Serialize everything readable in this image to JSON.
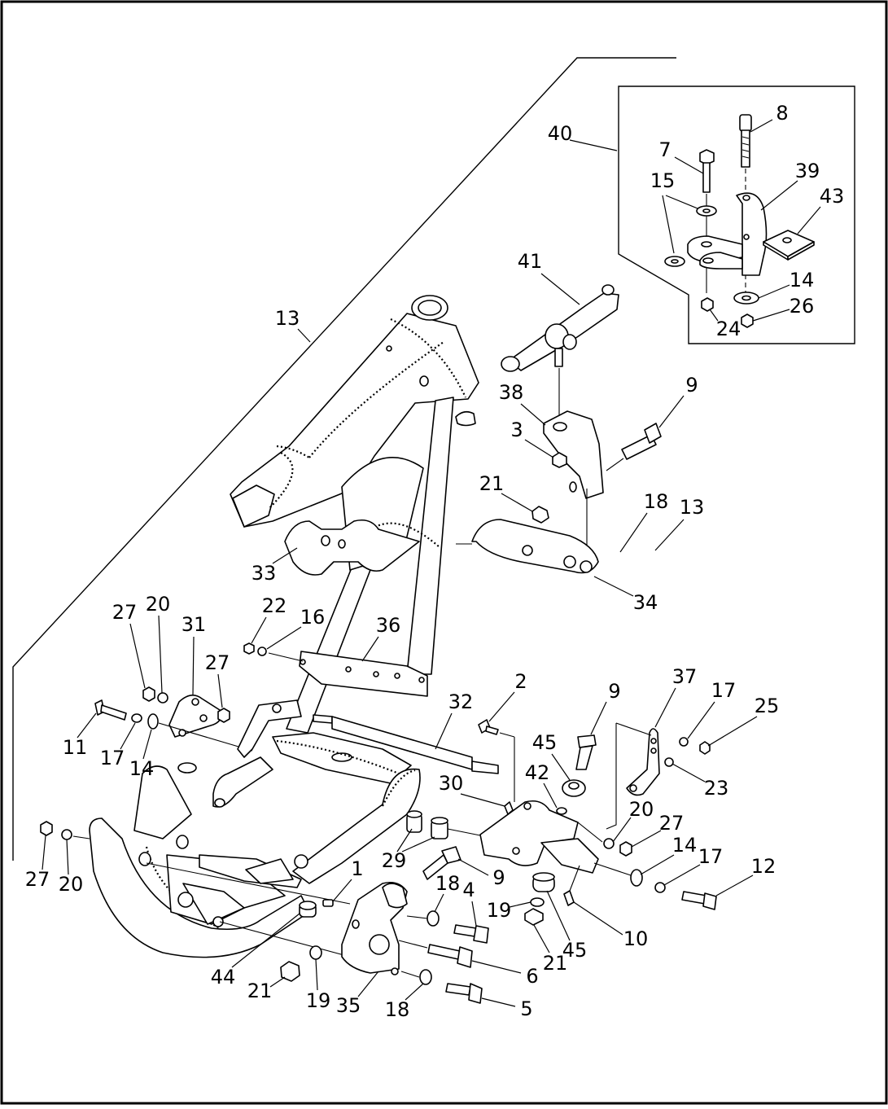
{
  "diagram": {
    "type": "exploded-parts-diagram",
    "colors": {
      "line": "#000000",
      "background": "#ffffff"
    },
    "callouts": [
      {
        "id": "c-13a",
        "label": "13"
      },
      {
        "id": "c-40",
        "label": "40"
      },
      {
        "id": "c-8",
        "label": "8"
      },
      {
        "id": "c-7",
        "label": "7"
      },
      {
        "id": "c-39",
        "label": "39"
      },
      {
        "id": "c-15",
        "label": "15"
      },
      {
        "id": "c-43",
        "label": "43"
      },
      {
        "id": "c-14a",
        "label": "14"
      },
      {
        "id": "c-26",
        "label": "26"
      },
      {
        "id": "c-24",
        "label": "24"
      },
      {
        "id": "c-41",
        "label": "41"
      },
      {
        "id": "c-38",
        "label": "38"
      },
      {
        "id": "c-9a",
        "label": "9"
      },
      {
        "id": "c-3",
        "label": "3"
      },
      {
        "id": "c-21a",
        "label": "21"
      },
      {
        "id": "c-18a",
        "label": "18"
      },
      {
        "id": "c-13b",
        "label": "13"
      },
      {
        "id": "c-33",
        "label": "33"
      },
      {
        "id": "c-34",
        "label": "34"
      },
      {
        "id": "c-27a",
        "label": "27"
      },
      {
        "id": "c-20a",
        "label": "20"
      },
      {
        "id": "c-31",
        "label": "31"
      },
      {
        "id": "c-22",
        "label": "22"
      },
      {
        "id": "c-16",
        "label": "16"
      },
      {
        "id": "c-36",
        "label": "36"
      },
      {
        "id": "c-27b",
        "label": "27"
      },
      {
        "id": "c-37",
        "label": "37"
      },
      {
        "id": "c-2",
        "label": "2"
      },
      {
        "id": "c-9b",
        "label": "9"
      },
      {
        "id": "c-17a",
        "label": "17"
      },
      {
        "id": "c-25",
        "label": "25"
      },
      {
        "id": "c-32",
        "label": "32"
      },
      {
        "id": "c-11",
        "label": "11"
      },
      {
        "id": "c-17b",
        "label": "17"
      },
      {
        "id": "c-14b",
        "label": "14"
      },
      {
        "id": "c-45a",
        "label": "45"
      },
      {
        "id": "c-23",
        "label": "23"
      },
      {
        "id": "c-42",
        "label": "42"
      },
      {
        "id": "c-30",
        "label": "30"
      },
      {
        "id": "c-20b",
        "label": "20"
      },
      {
        "id": "c-27c",
        "label": "27"
      },
      {
        "id": "c-14c",
        "label": "14"
      },
      {
        "id": "c-17c",
        "label": "17"
      },
      {
        "id": "c-29",
        "label": "29"
      },
      {
        "id": "c-9c",
        "label": "9"
      },
      {
        "id": "c-12",
        "label": "12"
      },
      {
        "id": "c-27d",
        "label": "27"
      },
      {
        "id": "c-20c",
        "label": "20"
      },
      {
        "id": "c-1",
        "label": "1"
      },
      {
        "id": "c-18b",
        "label": "18"
      },
      {
        "id": "c-4",
        "label": "4"
      },
      {
        "id": "c-19a",
        "label": "19"
      },
      {
        "id": "c-10",
        "label": "10"
      },
      {
        "id": "c-45b",
        "label": "45"
      },
      {
        "id": "c-21b",
        "label": "21"
      },
      {
        "id": "c-6",
        "label": "6"
      },
      {
        "id": "c-44",
        "label": "44"
      },
      {
        "id": "c-21c",
        "label": "21"
      },
      {
        "id": "c-19b",
        "label": "19"
      },
      {
        "id": "c-35",
        "label": "35"
      },
      {
        "id": "c-18c",
        "label": "18"
      },
      {
        "id": "c-5",
        "label": "5"
      }
    ]
  }
}
